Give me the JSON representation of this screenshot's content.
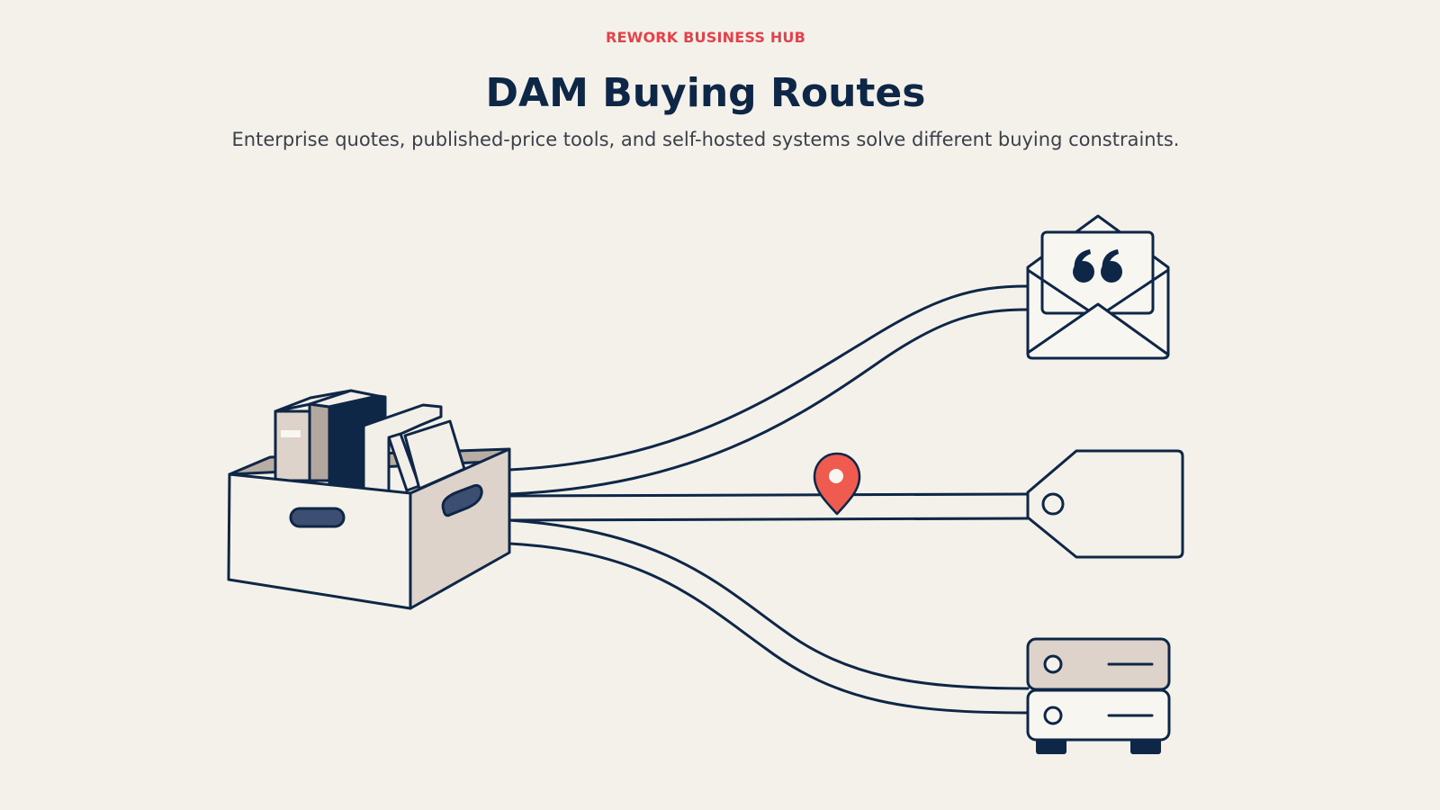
{
  "header": {
    "eyebrow": "REWORK BUSINESS HUB",
    "title": "DAM Buying Routes",
    "subtitle": "Enterprise quotes, published-price tools, and self-hosted systems solve different buying constraints."
  },
  "diagram": {
    "source": {
      "icon": "asset-box-icon"
    },
    "routes": [
      {
        "icon": "quote-envelope-icon"
      },
      {
        "icon": "price-tag-icon"
      },
      {
        "icon": "server-stack-icon"
      }
    ],
    "marker": {
      "icon": "location-pin-icon"
    }
  },
  "colors": {
    "background": "#f4f1ea",
    "ink": "#0f2747",
    "accent": "#e2434b",
    "pin": "#ef5b4f",
    "box_fill": "#ded3cb",
    "paper": "#f8f6f1"
  }
}
